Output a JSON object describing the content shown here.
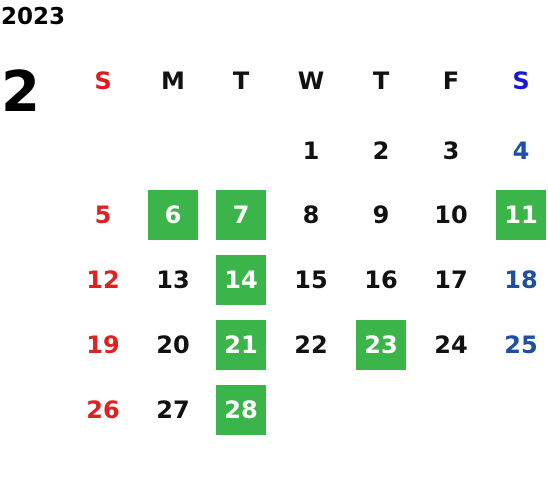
{
  "year": "2023",
  "month": "2",
  "weekdays": [
    "S",
    "M",
    "T",
    "W",
    "T",
    "F",
    "S"
  ],
  "colors": {
    "sunday": "#dd2222",
    "saturday": "#1e4fa0",
    "sunday_header": "#e01b1b",
    "saturday_header": "#1a17d6",
    "highlight": "#3bb44a"
  },
  "weeks": [
    [
      null,
      null,
      null,
      "1",
      "2",
      "3",
      "4"
    ],
    [
      "5",
      "6",
      "7",
      "8",
      "9",
      "10",
      "11"
    ],
    [
      "12",
      "13",
      "14",
      "15",
      "16",
      "17",
      "18"
    ],
    [
      "19",
      "20",
      "21",
      "22",
      "23",
      "24",
      "25"
    ],
    [
      "26",
      "27",
      "28",
      null,
      null,
      null,
      null
    ]
  ],
  "highlighted_days": [
    "6",
    "7",
    "11",
    "14",
    "21",
    "23",
    "28"
  ]
}
